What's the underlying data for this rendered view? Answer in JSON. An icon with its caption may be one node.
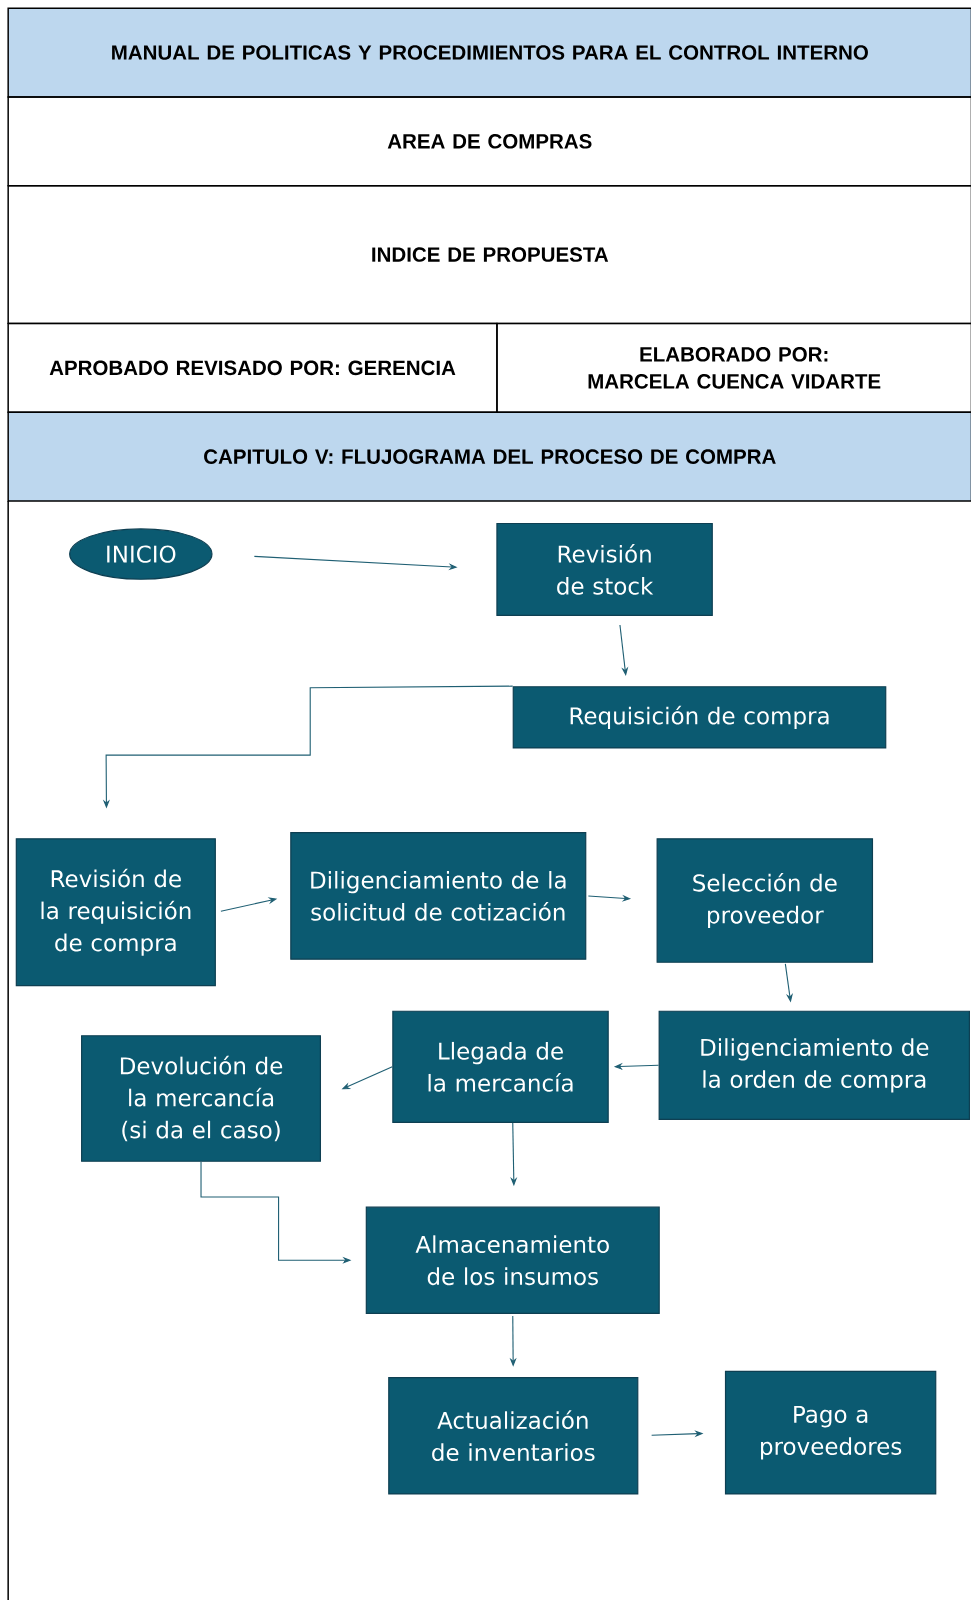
{
  "diagram": {
    "nodes": [
      {
        "text": [
          "MANUAL DE POLITICAS Y PROCEDIMIENTOS PARA EL CONTROL INTERNO"
        ]
      },
      {
        "text": [
          "AREA DE COMPRAS"
        ]
      },
      {
        "text": [
          "INDICE DE PROPUESTA"
        ]
      },
      {
        "text": [
          "APROBADO REVISADO POR: GERENCIA"
        ]
      },
      {
        "text": [
          "ELABORADO POR: MARCELA CUENCA VIDARTE"
        ]
      },
      {
        "text": [
          "CAPITULO V: FLUJOGRAMA DEL PROCESO DE COMPRA"
        ]
      },
      {
        "text": [
          "INICIO"
        ]
      },
      {
        "text": [
          "Revisión de stock"
        ]
      },
      {
        "text": [
          "Requisición de compra"
        ]
      },
      {
        "text": [
          "Revisión de la requisición de compra"
        ]
      },
      {
        "text": [
          "Diligenciamiento de la solicitud de cotización"
        ]
      },
      {
        "text": [
          "Selección de proveedor"
        ]
      },
      {
        "text": [
          "Diligenciamiento de la orden de compra"
        ]
      },
      {
        "text": [
          "Llegada de la mercancía"
        ]
      },
      {
        "text": [
          "Devolución de la mercancía (si da el caso)"
        ]
      },
      {
        "text": [
          "Almacenamiento de los insumos"
        ]
      },
      {
        "text": [
          "Actualización de inventarios"
        ]
      },
      {
        "text": [
          "Pago a proveedores"
        ]
      }
    ],
    "edges": [
      {
        "from": 6,
        "to": 7,
        "arrow": "to"
      },
      {
        "from": 7,
        "to": 8,
        "arrow": "to"
      },
      {
        "from": 8,
        "to": 9,
        "arrow": "to"
      },
      {
        "from": 9,
        "to": 10,
        "arrow": "to"
      },
      {
        "from": 10,
        "to": 11,
        "arrow": "to"
      },
      {
        "from": 11,
        "to": 12,
        "arrow": "to"
      },
      {
        "from": 12,
        "to": 13,
        "arrow": "to"
      },
      {
        "from": 13,
        "to": 14,
        "arrow": "to"
      },
      {
        "from": 13,
        "to": 15,
        "arrow": "to"
      },
      {
        "from": 14,
        "to": 15,
        "arrow": "to"
      },
      {
        "from": 15,
        "to": 16,
        "arrow": "to"
      },
      {
        "from": 16,
        "to": 17,
        "arrow": "to"
      }
    ]
  }
}
